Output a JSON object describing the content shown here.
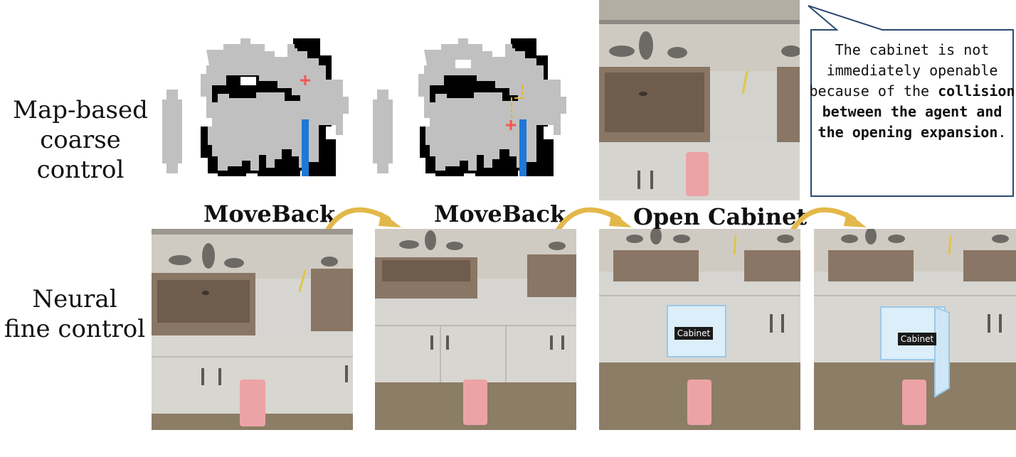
{
  "row_labels": {
    "coarse_line1": "Map-based",
    "coarse_line2": "coarse control",
    "fine_line1": "Neural",
    "fine_line2": "fine control"
  },
  "actions": [
    "MoveBack",
    "MoveBack",
    "Open Cabinet"
  ],
  "callout": {
    "part1": "The cabinet is not immediately openable because of the ",
    "bold1": "collision between the agent and the opening expansion",
    "part2": "."
  },
  "object_tag": "Cabinet",
  "colors": {
    "free_space": "#c0c0c0",
    "obstacle": "#000000",
    "target": "#1e78d6",
    "agent_marker": "#f25555",
    "path": "#f0b020",
    "arrow": "#e3b84a",
    "towel": "#eca3a6"
  }
}
